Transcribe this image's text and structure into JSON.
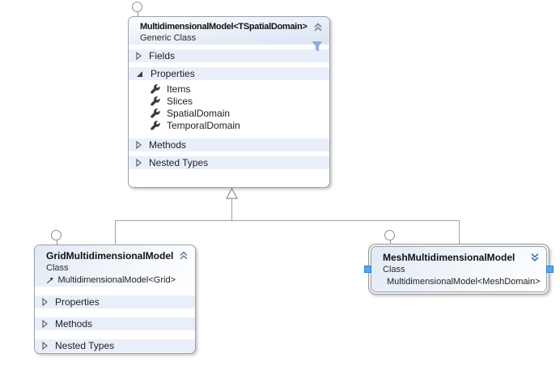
{
  "diagram": {
    "type": "class-diagram",
    "classes": [
      {
        "title": "MultidimensionalModel<TSpatialDomain>",
        "kind": "Generic Class",
        "collapsed": false,
        "sections": [
          {
            "label": "Fields",
            "expanded": false,
            "members": []
          },
          {
            "label": "Properties",
            "expanded": true,
            "members": [
              "Items",
              "Slices",
              "SpatialDomain",
              "TemporalDomain"
            ]
          },
          {
            "label": "Methods",
            "expanded": false,
            "members": []
          },
          {
            "label": "Nested Types",
            "expanded": false,
            "members": []
          }
        ]
      },
      {
        "title": "GridMultidimensionalModel",
        "kind": "Class",
        "base": "MultidimensionalModel<Grid>",
        "collapsed": false,
        "sections": [
          {
            "label": "Properties",
            "expanded": false,
            "members": []
          },
          {
            "label": "Methods",
            "expanded": false,
            "members": []
          },
          {
            "label": "Nested Types",
            "expanded": false,
            "members": []
          }
        ]
      },
      {
        "title": "MeshMultidimensionalModel",
        "kind": "Class",
        "base": "MultidimensionalModel<MeshDomain>",
        "collapsed": true,
        "selected": true,
        "sections": []
      }
    ],
    "connectors": [
      {
        "type": "inheritance",
        "from": "GridMultidimensionalModel",
        "to": "MultidimensionalModel<TSpatialDomain>"
      },
      {
        "type": "inheritance",
        "from": "MeshMultidimensionalModel",
        "to": "MultidimensionalModel<TSpatialDomain>"
      }
    ]
  },
  "colors": {
    "section_row_bg": "#e9effa",
    "box_border": "#9ba1a9",
    "connector_line": "#a3a3a3",
    "selection_handle": "#54a7f0",
    "filter_icon": "#93b2dd",
    "chevron_up": "#77879f",
    "chevron_down": "#4d74ba"
  }
}
